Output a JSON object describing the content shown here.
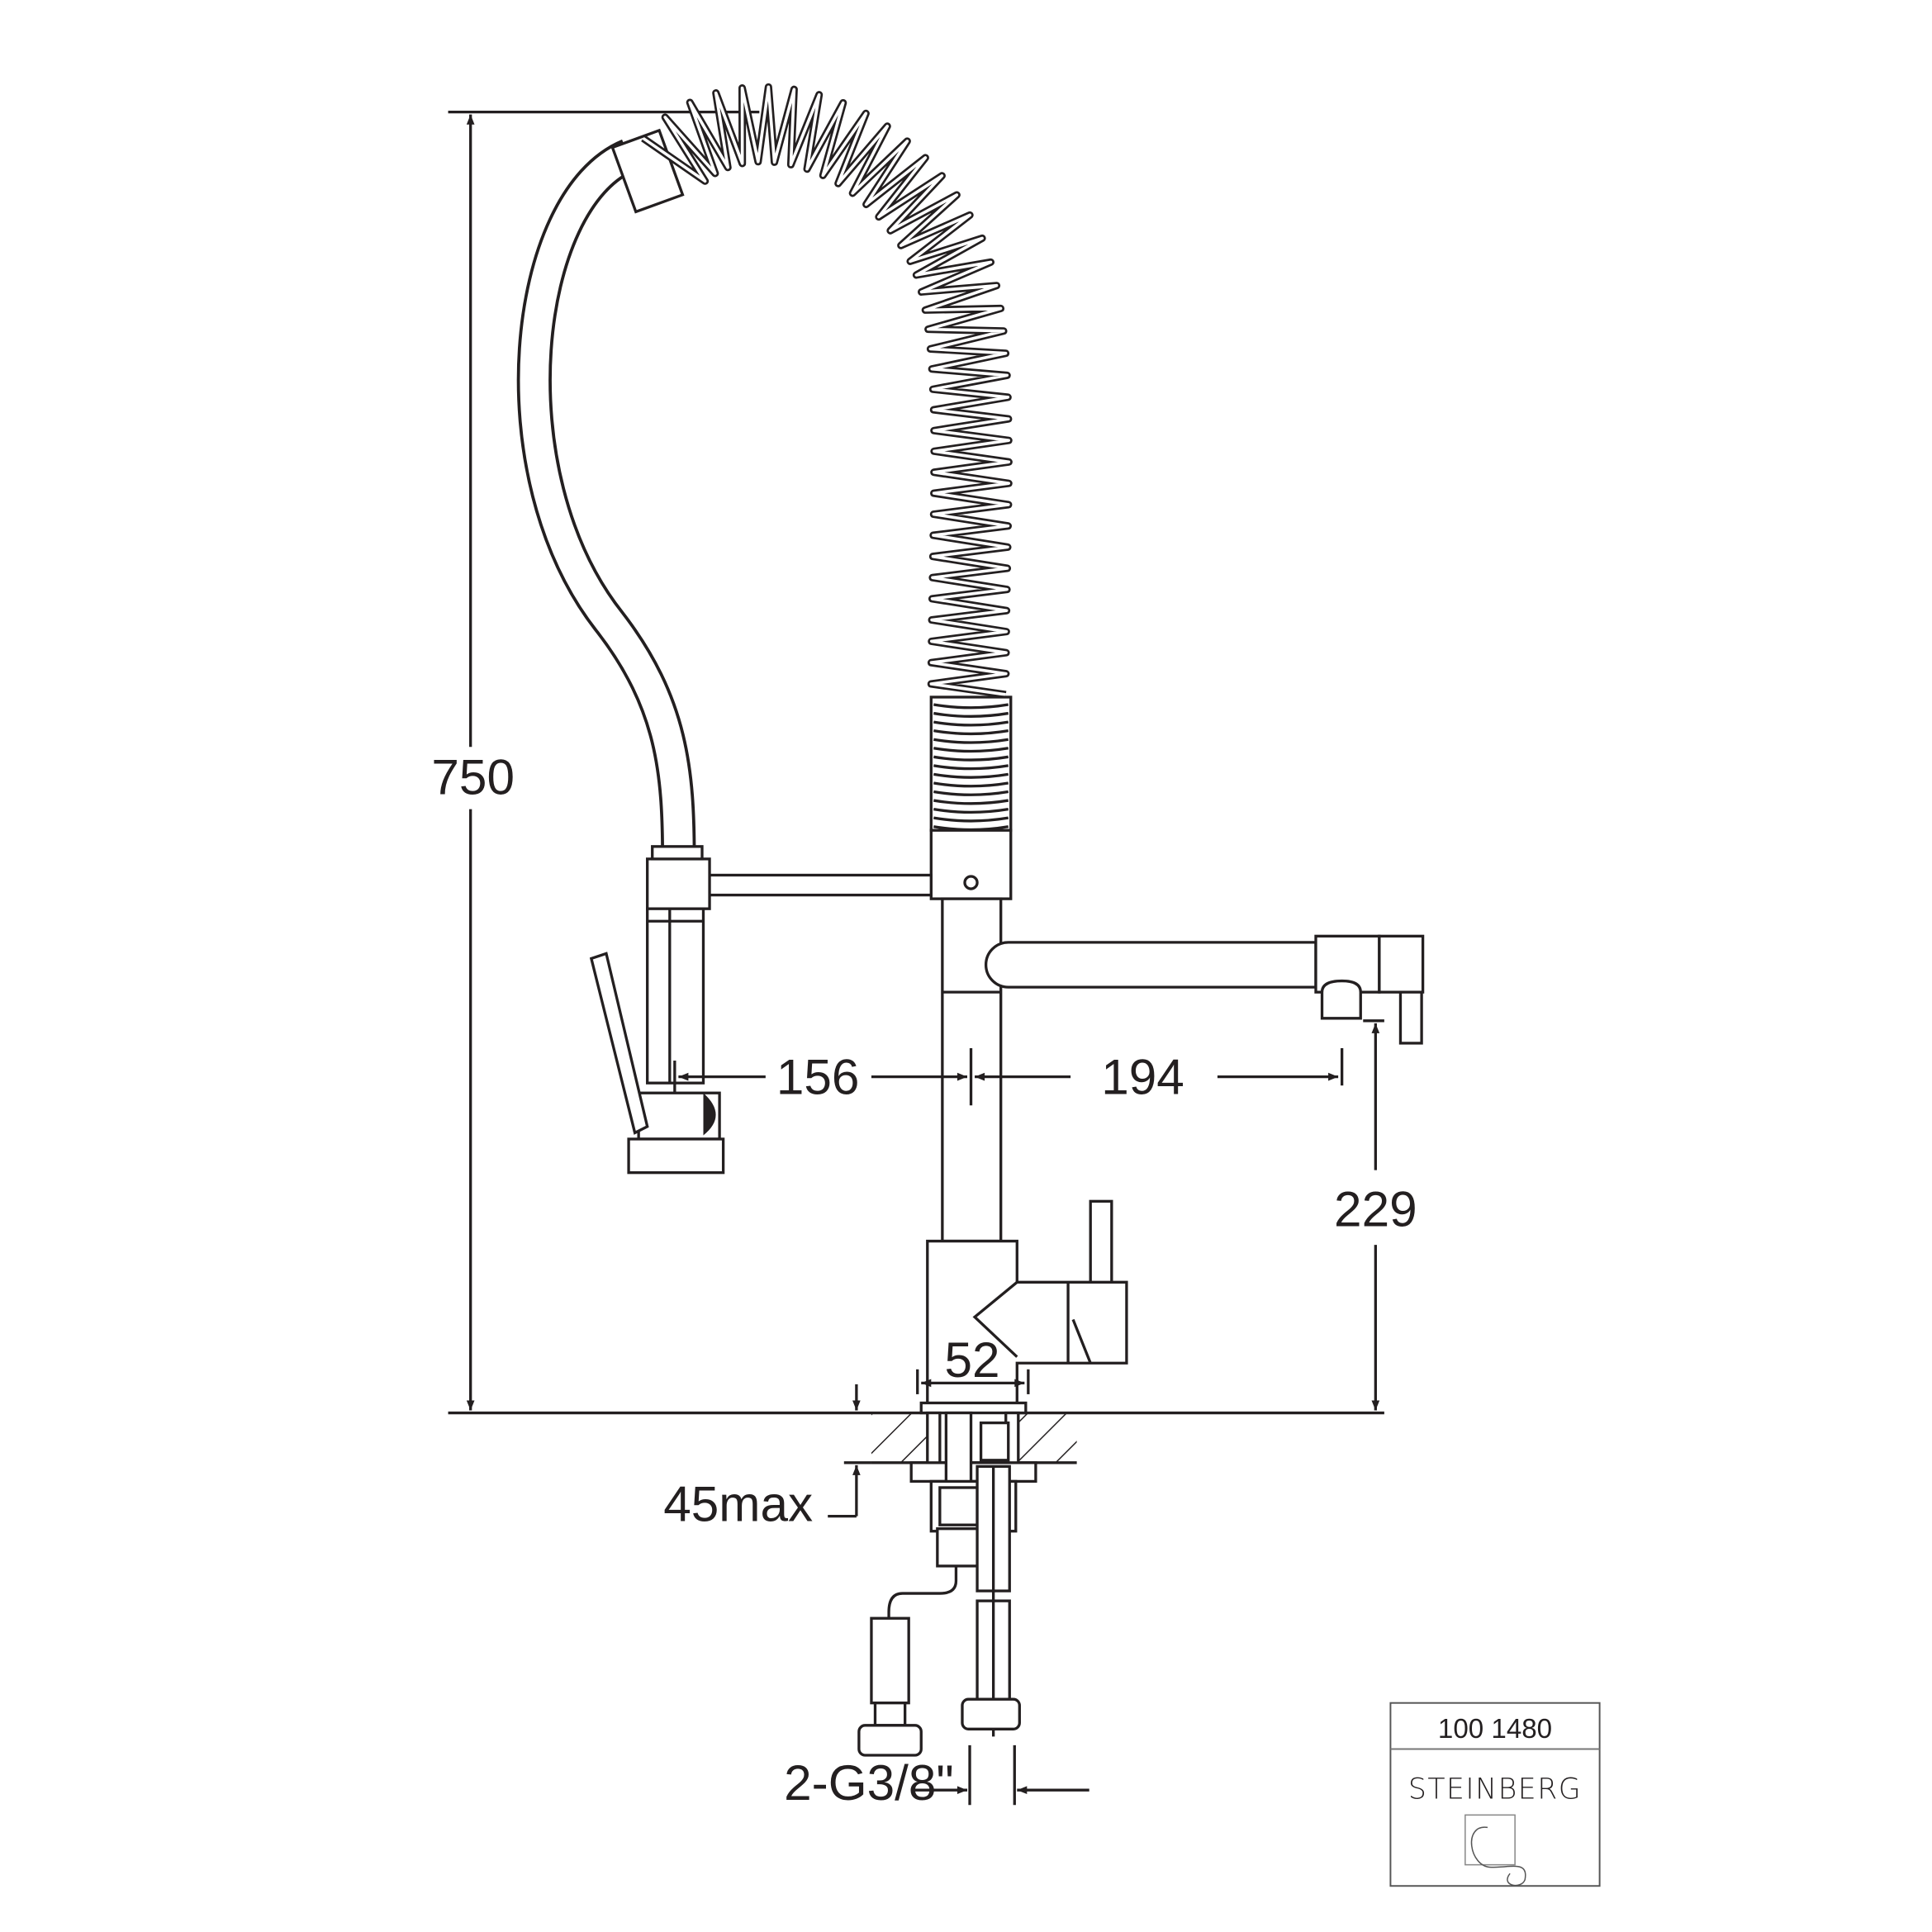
{
  "dimensions": {
    "total_height": "750",
    "sprayer_reach": "156",
    "spout_reach": "194",
    "spout_height": "229",
    "base_diameter": "52",
    "counter_thickness": "45max",
    "connection": "2-G3/8\""
  },
  "title_block": {
    "article_number": "100 1480",
    "brand": "STEINBERG"
  },
  "colors": {
    "line": "#231f20",
    "background": "#ffffff"
  }
}
